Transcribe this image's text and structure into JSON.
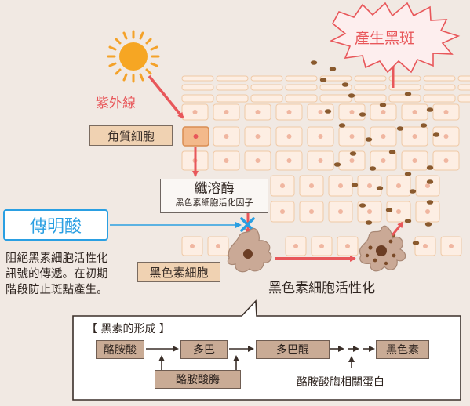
{
  "labels": {
    "uv": "紫外線",
    "keratinocyte": "角質細胞",
    "endothelin_title": "纖溶酶",
    "endothelin_sub": "黑色素細胞活化因子",
    "tranexamic": "傳明酸",
    "desc_line1": "阻絕黑素細胞活性化",
    "desc_line2": "訊號的傳遞。在初期",
    "desc_line3": "階段防止斑點產生。",
    "melanocyte": "黑色素細胞",
    "activation": "黑色素細胞活性化",
    "spots": "產生黑斑"
  },
  "flow": {
    "title": "【 黑素的形成 】",
    "tyrosine": "酪胺酸",
    "dopa": "多巴",
    "dopaquinone": "多巴醌",
    "melanin": "黑色素",
    "tyrosinase": "酪胺酸脢",
    "trp": "酪胺酸脢相關蛋白"
  },
  "colors": {
    "accent_red": "#e8575a",
    "accent_blue": "#2a9fe2",
    "cell_fill": "#fdeee3",
    "cell_border": "#f0c9a6",
    "melanin_dot": "#8a5a2e",
    "sun": "#f4a22a"
  }
}
